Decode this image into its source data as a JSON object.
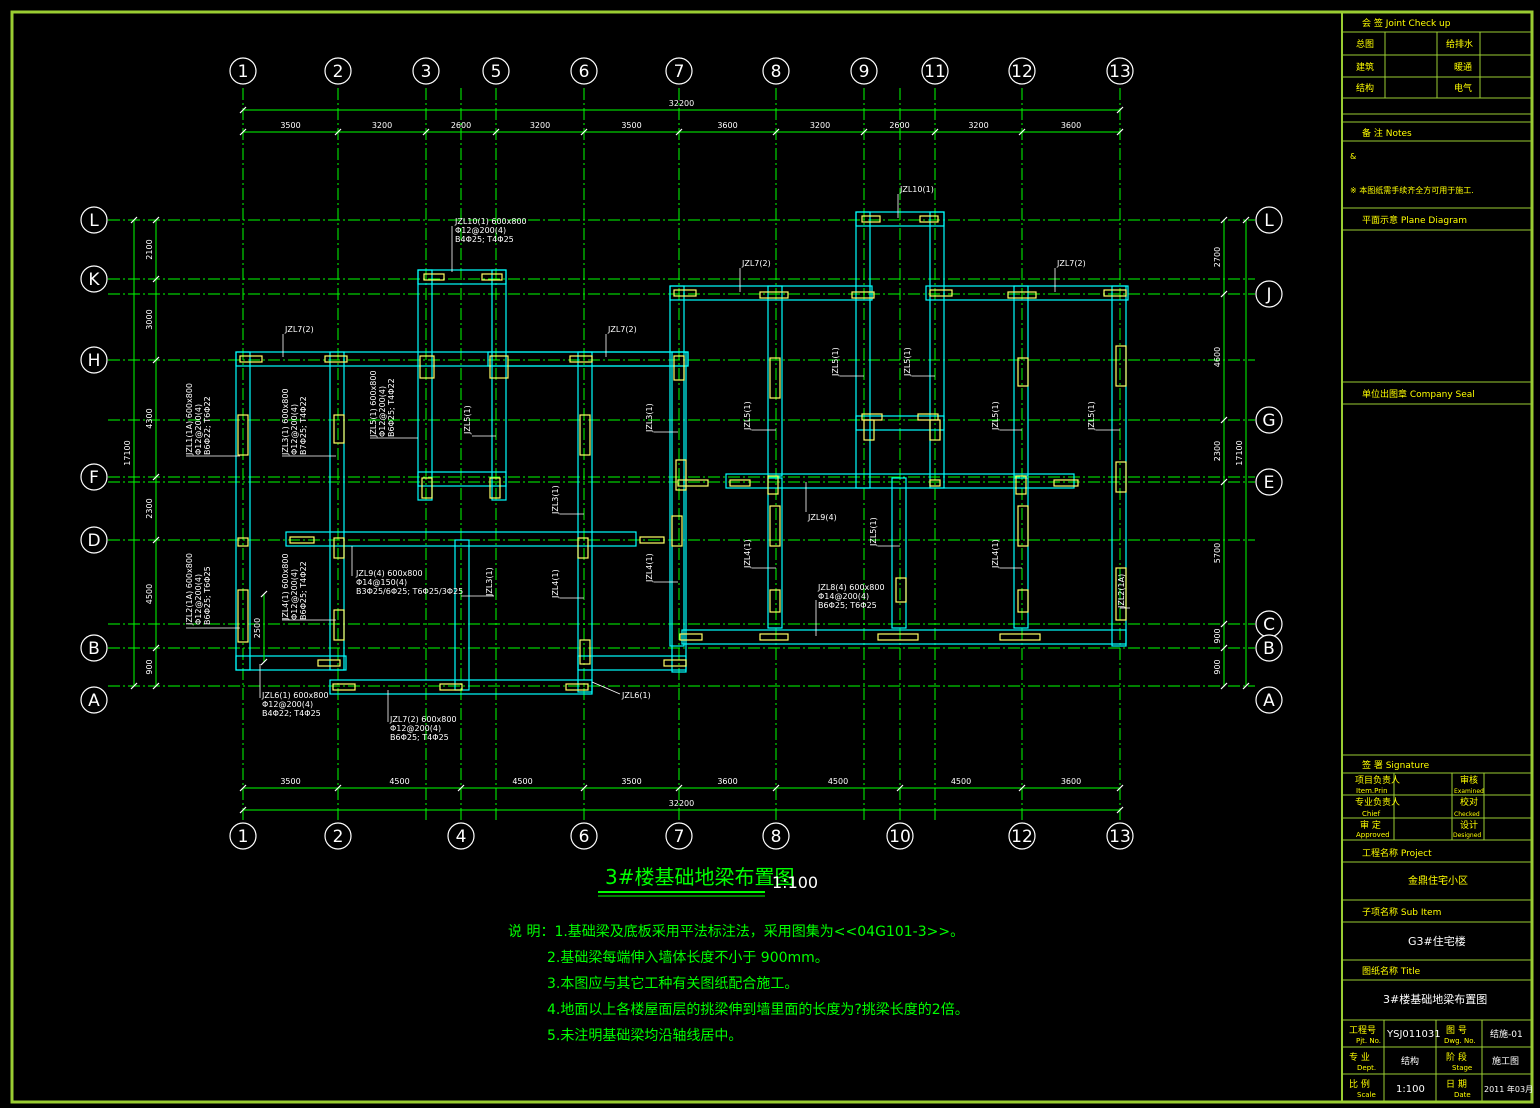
{
  "colors": {
    "background": "#000000",
    "frame": "#9acd32",
    "axis": "#00ff00",
    "beam": "#00ffff",
    "column": "#ffff66",
    "text": "#ffffff",
    "title_block_label": "#ffff00",
    "notes": "#00ff00"
  },
  "axes": {
    "top_columns": [
      "1",
      "2",
      "3",
      "5",
      "6",
      "7",
      "8",
      "9",
      "11",
      "12",
      "13"
    ],
    "bottom_columns": [
      "1",
      "2",
      "4",
      "6",
      "7",
      "8",
      "10",
      "12",
      "13"
    ],
    "left_rows": [
      "L",
      "K",
      "H",
      "F",
      "D",
      "B",
      "A"
    ],
    "right_rows": [
      "L",
      "J",
      "G",
      "E",
      "C",
      "B",
      "A"
    ]
  },
  "dimensions": {
    "top_total": "32200",
    "top_spans": [
      "3500",
      "3200",
      "2600",
      "3200",
      "3500",
      "3600",
      "3200",
      "2600",
      "3200",
      "3600"
    ],
    "bottom_total": "32200",
    "bottom_spans": [
      "3500",
      "4500",
      "4500",
      "3500",
      "3600",
      "4500",
      "4500",
      "3600"
    ],
    "left_total": "17100",
    "left_spans": [
      "2100",
      "3000",
      "4300",
      "2300",
      "4500",
      "900"
    ],
    "left_extra": "2500",
    "right_total": "17100",
    "right_spans": [
      "2700",
      "4600",
      "2300",
      "5700",
      "900",
      "900"
    ]
  },
  "beam_labels": {
    "jzl7_2": "JZL7(2)",
    "jzl10_top": "JZL10(1)",
    "jzl10_note": [
      "JZL10(1) 600x800",
      "Φ12@200(4)",
      "B4Φ25; T4Φ25"
    ],
    "jzl9": "JZL9(4)",
    "jzl9_note": [
      "JZL9(4) 600x800",
      "Φ14@150(4)",
      "B3Φ25/6Φ25; T6Φ25/3Φ25"
    ],
    "jzl8_note": [
      "JZL8(4) 600x800",
      "Φ14@200(4)",
      "B6Φ25; T6Φ25"
    ],
    "jzl7_note": [
      "JZL7(2) 600x800",
      "Φ12@200(4)",
      "B6Φ25; T4Φ25"
    ],
    "jzl6_note": [
      "JZL6(1) 600x800",
      "Φ12@200(4)",
      "B4Φ22; T4Φ25"
    ],
    "jzl6": "JZL6(1)",
    "jzl1_note": [
      "JZL1(1A) 600x800",
      "Φ12@200(4)",
      "B6Φ22; T6Φ22"
    ],
    "jzl2_note": [
      "JZL2(1A) 600x800",
      "Φ12@200(4)",
      "B6Φ25; T6Φ25"
    ],
    "jzl3_note": [
      "JZL3(1) 600x800",
      "Φ12@200(4)",
      "B7Φ25; T4Φ22"
    ],
    "jzl4_note": [
      "JZL4(1) 600x800",
      "Φ12@200(4)",
      "B6Φ25; T4Φ22"
    ],
    "jzl5_note": [
      "JZL5(1) 600x800",
      "Φ12@200(4)",
      "B6Φ25; T4Φ22"
    ],
    "jzl5": "JZL5(1)",
    "jzl3": "JZL3(1)",
    "jzl4": "JZL4(1)",
    "jzl2": "JZL2(1A)"
  },
  "drawing_title": "3#楼基础地梁布置图",
  "scale": "1:100",
  "notes": [
    "说 明：1.基础梁及底板采用平法标注法，采用图集为<<04G101-3>>。",
    "2.基础梁每端伸入墙体长度不小于 900mm。",
    "3.本图应与其它工种有关图纸配合施工。",
    "4.地面以上各楼屋面层的挑梁伸到墙里面的长度为?挑梁长度的2倍。",
    "5.未注明基础梁均沿轴线居中。"
  ],
  "title_block": {
    "joint_check": "会 签 Joint Check up",
    "jc_rows": [
      [
        "总图",
        "给排水"
      ],
      [
        "建筑",
        "暖通"
      ],
      [
        "结构",
        "电气"
      ]
    ],
    "notes_head": "备 注 Notes",
    "notes_line1": "&",
    "notes_line2": "※ 本图纸需手续齐全方可用于施工.",
    "plane_head": "平面示意 Plane Diagram",
    "seal_head": "单位出图章 Company Seal",
    "signature_head": "签 署 Signature",
    "sig_rows": [
      [
        "项目负责人",
        "Item.Prin",
        "审核",
        "Examined"
      ],
      [
        "专业负责人",
        "Chief",
        "校对",
        "Checked"
      ],
      [
        "审 定",
        "Approved",
        "设计",
        "Designed"
      ]
    ],
    "project_head": "工程名称 Project",
    "project_name": "金鼎住宅小区",
    "subitem_head": "子项名称 Sub Item",
    "subitem_name": "G3#住宅楼",
    "title_head": "图纸名称 Title",
    "title_name": "3#楼基础地梁布置图",
    "pjt_no_label": "工程号",
    "pjt_no_en": "Pjt. No.",
    "pjt_no": "YSJ011031",
    "dwg_no_label": "图 号",
    "dwg_no_en": "Dwg. No.",
    "dwg_no": "结施-01",
    "dept_label": "专 业",
    "dept_en": "Dept.",
    "dept": "结构",
    "stage_label": "阶 段",
    "stage_en": "Stage",
    "stage": "施工图",
    "scale_label": "比 例",
    "scale_en": "Scale",
    "scale": "1:100",
    "date_label": "日 期",
    "date_en": "Date",
    "date": "2011 年03月"
  }
}
